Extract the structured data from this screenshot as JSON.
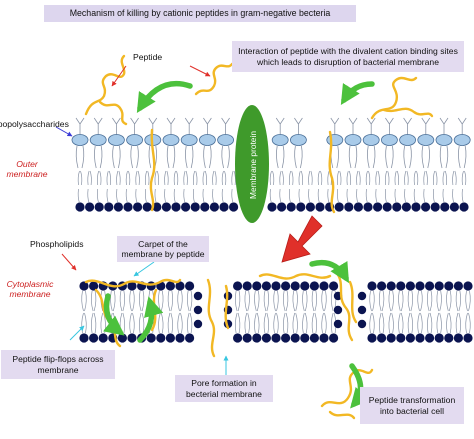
{
  "title": "Mechanism of killing by cationic peptides in gram-negative becteria",
  "labels": {
    "peptide": "Peptide",
    "lipopolysaccharides": "Lipopolysaccharides",
    "outer_membrane": "Outer membrane",
    "membrane_protein": "Membrane protein",
    "phospholipids": "Phospholipids",
    "cytoplasmic_membrane": "Cytoplasmic membrane"
  },
  "callouts": {
    "interaction": "Interaction of peptide with the divalent cation binding sites which leads to disruption of bacterial membrane",
    "carpet": "Carpet of the membrane by peptide",
    "flip_flop": "Peptide flip-flops across membrane",
    "pore": "Pore formation in becterial membrane",
    "transformation": "Peptide transformation into bacterial cell"
  },
  "colors": {
    "lps_head": "#a9cbe9",
    "lipid_head": "#0b1450",
    "peptide": "#f2b824",
    "protein": "#3f9a2b",
    "green_arrow": "#4cc13c",
    "red_arrow": "#e0302a",
    "callout_bg": "#e3dbf0"
  }
}
